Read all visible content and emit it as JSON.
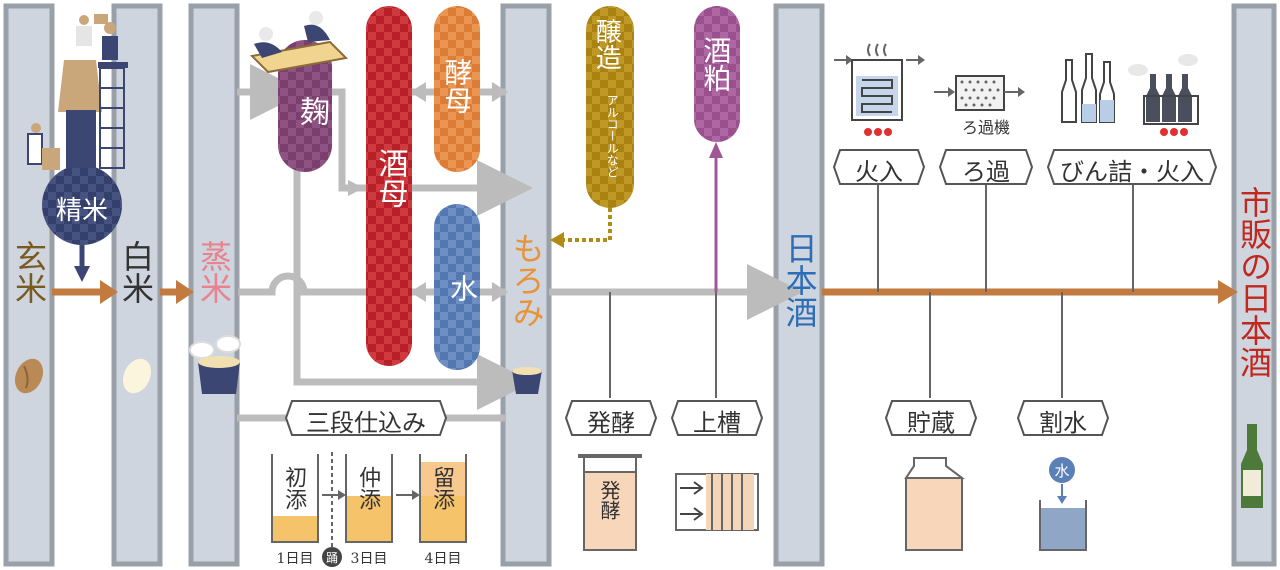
{
  "colors": {
    "pillar": "#cfd5de",
    "pillar_edge": "#9aa0a8",
    "pipe": "#bcbcbc",
    "flow": "#c27a3e",
    "koji": "#7b3f6e",
    "shubo": "#c2282f",
    "kobo": "#e0843f",
    "mizu": "#5b80b7",
    "alcohol": "#b28a16",
    "sakekasu": "#a05795",
    "navy": "#3b4673",
    "sake_text": "#2d6db5",
    "final_text": "#c0281e",
    "moromi_text": "#e8923a",
    "steamed_text": "#e7828f"
  },
  "columns": {
    "genmai": "玄米",
    "hakumai": "白米",
    "mushimai": "蒸米",
    "moromi": "もろみ",
    "nihonshu": "日本酒",
    "shihan": "市販の日本酒"
  },
  "capsules": {
    "koji": "麹",
    "shubo": "酒母",
    "kobo": "酵母",
    "mizu": "水",
    "jozo": "醸造",
    "jozo_sub": "アルコールなど",
    "sakekasu": "酒粕"
  },
  "seimai": "精米",
  "process_labels": {
    "sandan": "三段仕込み",
    "hakko": "発酵",
    "joso": "上槽",
    "choz": "貯蔵",
    "warimizu": "割水",
    "hiire": "火入",
    "roka": "ろ過",
    "binzume": "びん詰・火入"
  },
  "roka_machine": "ろ過機",
  "tank_labels": {
    "hatsuzoe": "初添",
    "nakazoe": "仲添",
    "tomezoe": "留添",
    "day1": "1日目",
    "odori": "踊",
    "day3": "3日目",
    "day4": "4日目"
  },
  "hakko_tank": "発酵",
  "mizu_drop": "水"
}
